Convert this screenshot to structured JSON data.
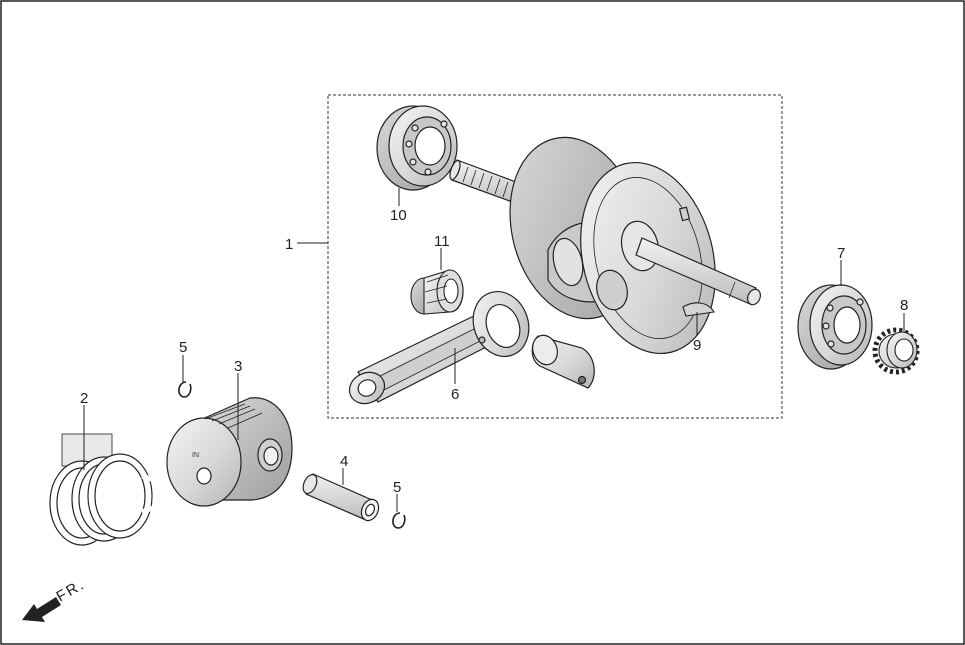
{
  "diagram": {
    "labels": {
      "p1": "1",
      "p2": "2",
      "p3": "3",
      "p4": "4",
      "p5a": "5",
      "p5b": "5",
      "p6": "6",
      "p7": "7",
      "p8": "8",
      "p9": "9",
      "p10": "10",
      "p11": "11"
    },
    "piston_marking": "IN",
    "direction_label": "FR."
  }
}
